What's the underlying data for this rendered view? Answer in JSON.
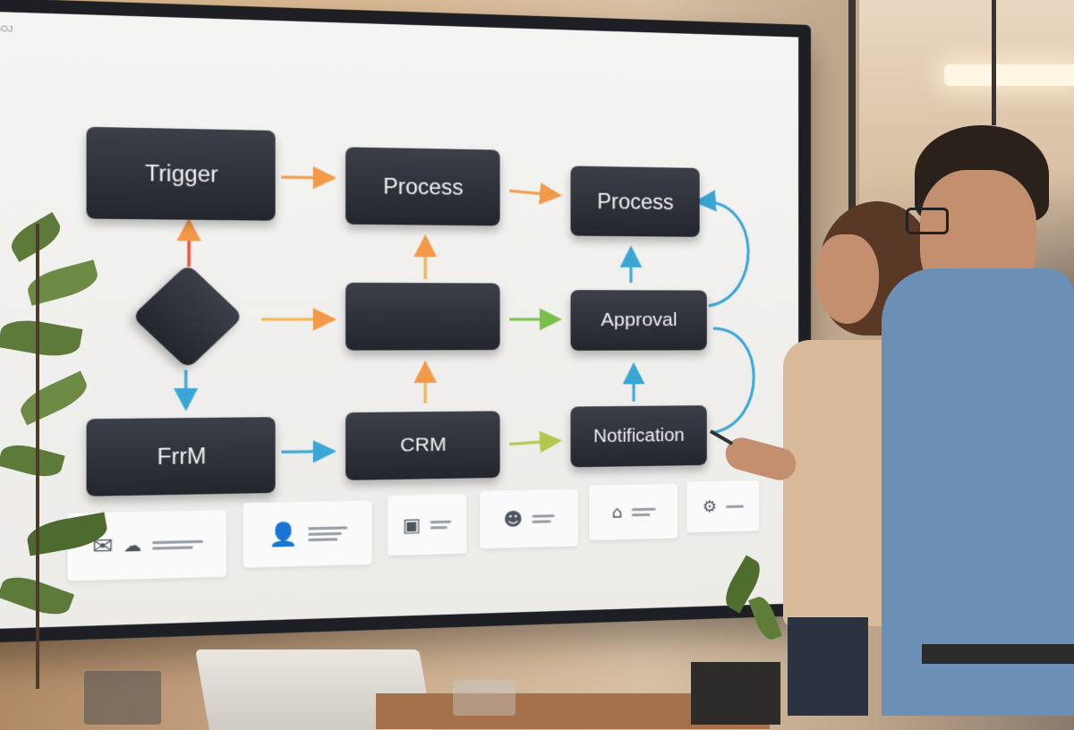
{
  "screen": {
    "corner_tag": "BOJ",
    "nodes": {
      "trigger": "Trigger",
      "process_1": "Process",
      "process_2": "Process",
      "middle_blank": "",
      "approval": "Approval",
      "frm": "FrrM",
      "crm": "CRM",
      "notification": "Notification"
    },
    "cards": [
      {
        "icon": "envelope-icon"
      },
      {
        "icon": "cloud-icon"
      },
      {
        "icon": "user-icon"
      },
      {
        "icon": "inbox-icon"
      },
      {
        "icon": "people-icon"
      },
      {
        "icon": "home-chart-icon"
      },
      {
        "icon": "gear-link-icon"
      }
    ]
  },
  "colors": {
    "node_fill": "#2b2e35",
    "arrow_orange": "#f39a4a",
    "arrow_blue": "#3aa6d6",
    "arrow_green": "#7bbf4a",
    "arrow_yellow_green": "#b3c74a"
  },
  "scene": {
    "people": [
      "woman-presenter",
      "man-observer"
    ],
    "props": [
      "laptop",
      "glass",
      "plant",
      "table"
    ]
  }
}
